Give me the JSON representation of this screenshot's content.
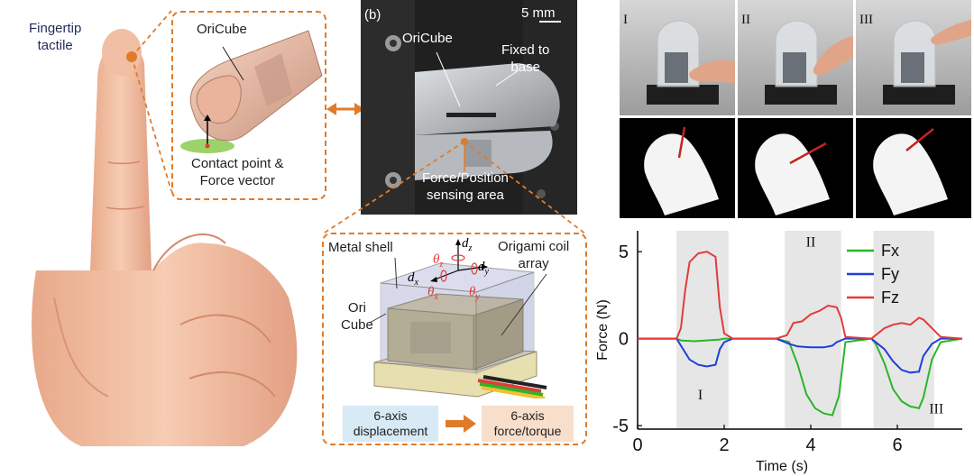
{
  "hand_panel": {
    "fingertip_label": "Fingertip\ntactile",
    "oricube_label": "OriCube",
    "contact_label": "Contact point &\nForce vector"
  },
  "photo_panel": {
    "panel_tag": "(b)",
    "scale_bar": "5 mm",
    "oricube_label": "OriCube",
    "fixed_label": "Fixed to\nbase",
    "sensing_label": "Force/Position\nsensing area"
  },
  "cube_panel": {
    "metal_shell": "Metal shell",
    "origami_coil": "Origami coil\narray",
    "ori_cube": "Ori\nCube",
    "axis_dz": "d",
    "axis_dz_sub": "z",
    "axis_dy": "d",
    "axis_dy_sub": "y",
    "axis_dx": "d",
    "axis_dx_sub": "x",
    "theta_z": "θ",
    "theta_z_sub": "z",
    "theta_x": "θ",
    "theta_x_sub": "x",
    "theta_y": "θ",
    "theta_y_sub": "y",
    "input_box": "6-axis\ndisplacement",
    "output_box": "6-axis\nforce/torque"
  },
  "trials": {
    "labels": [
      "I",
      "II",
      "III"
    ]
  },
  "colors": {
    "accent": "#e07b2a",
    "fx": "#2bb52b",
    "fy": "#1f3fd6",
    "fz": "#e23b3b",
    "shade": "#e6e6e6",
    "input_box": "#d7eaf5",
    "output_box": "#f8dfcc"
  },
  "chart_data": {
    "type": "line",
    "xlabel": "Time (s)",
    "ylabel": "Force (N)",
    "xlim": [
      0,
      7.5
    ],
    "ylim": [
      -5.2,
      6.2
    ],
    "xticks": [
      0,
      2,
      4,
      6
    ],
    "yticks": [
      5,
      0,
      -5
    ],
    "shaded_regions": [
      [
        0.9,
        2.1
      ],
      [
        3.4,
        4.7
      ],
      [
        5.45,
        6.85
      ]
    ],
    "annotations": [
      {
        "text": "I",
        "x": 1.45,
        "y": -3.5
      },
      {
        "text": "II",
        "x": 4.0,
        "y": 5.3
      },
      {
        "text": "III",
        "x": 6.9,
        "y": -4.3
      }
    ],
    "series": [
      {
        "name": "Fx",
        "color": "#2bb52b",
        "x": [
          0,
          0.9,
          1.0,
          1.3,
          1.6,
          1.9,
          2.0,
          2.2,
          3.2,
          3.5,
          3.7,
          3.9,
          4.1,
          4.3,
          4.5,
          4.65,
          4.8,
          5.4,
          5.5,
          5.7,
          5.9,
          6.1,
          6.3,
          6.5,
          6.6,
          6.8,
          7.0,
          7.5
        ],
        "y": [
          0,
          0,
          -0.1,
          -0.15,
          -0.1,
          -0.05,
          0,
          0,
          0,
          -0.2,
          -1.5,
          -3.2,
          -4.0,
          -4.3,
          -4.4,
          -3.3,
          -0.2,
          0,
          -0.3,
          -1.4,
          -2.9,
          -3.6,
          -3.9,
          -4.0,
          -3.4,
          -1.2,
          -0.2,
          0
        ]
      },
      {
        "name": "Fy",
        "color": "#1f3fd6",
        "x": [
          0,
          0.9,
          1.0,
          1.2,
          1.4,
          1.6,
          1.8,
          1.9,
          2.0,
          2.2,
          3.2,
          3.5,
          3.7,
          4.0,
          4.3,
          4.5,
          4.6,
          4.8,
          5.4,
          5.5,
          5.7,
          5.9,
          6.1,
          6.3,
          6.5,
          6.6,
          6.8,
          7.0,
          7.5
        ],
        "y": [
          0,
          0,
          -0.4,
          -1.2,
          -1.5,
          -1.6,
          -1.5,
          -0.6,
          -0.2,
          0,
          0,
          -0.3,
          -0.45,
          -0.5,
          -0.5,
          -0.4,
          -0.2,
          0,
          0,
          -0.2,
          -0.6,
          -1.3,
          -1.8,
          -1.95,
          -1.9,
          -1.0,
          -0.3,
          0,
          0
        ]
      },
      {
        "name": "Fz",
        "color": "#e23b3b",
        "x": [
          0,
          0.9,
          1.0,
          1.1,
          1.2,
          1.4,
          1.6,
          1.8,
          1.9,
          2.0,
          2.2,
          3.2,
          3.45,
          3.6,
          3.8,
          4.0,
          4.2,
          4.4,
          4.6,
          4.7,
          4.8,
          5.4,
          5.5,
          5.7,
          5.9,
          6.1,
          6.3,
          6.5,
          6.6,
          6.8,
          7.0,
          7.5
        ],
        "y": [
          0,
          0,
          0.6,
          2.8,
          4.4,
          4.9,
          5.0,
          4.7,
          1.8,
          0.3,
          0,
          0,
          0.2,
          0.9,
          1.0,
          1.4,
          1.6,
          1.9,
          1.8,
          1.2,
          0.1,
          0,
          0.2,
          0.6,
          0.8,
          0.9,
          0.8,
          1.2,
          1.1,
          0.6,
          0.1,
          0
        ]
      }
    ]
  }
}
